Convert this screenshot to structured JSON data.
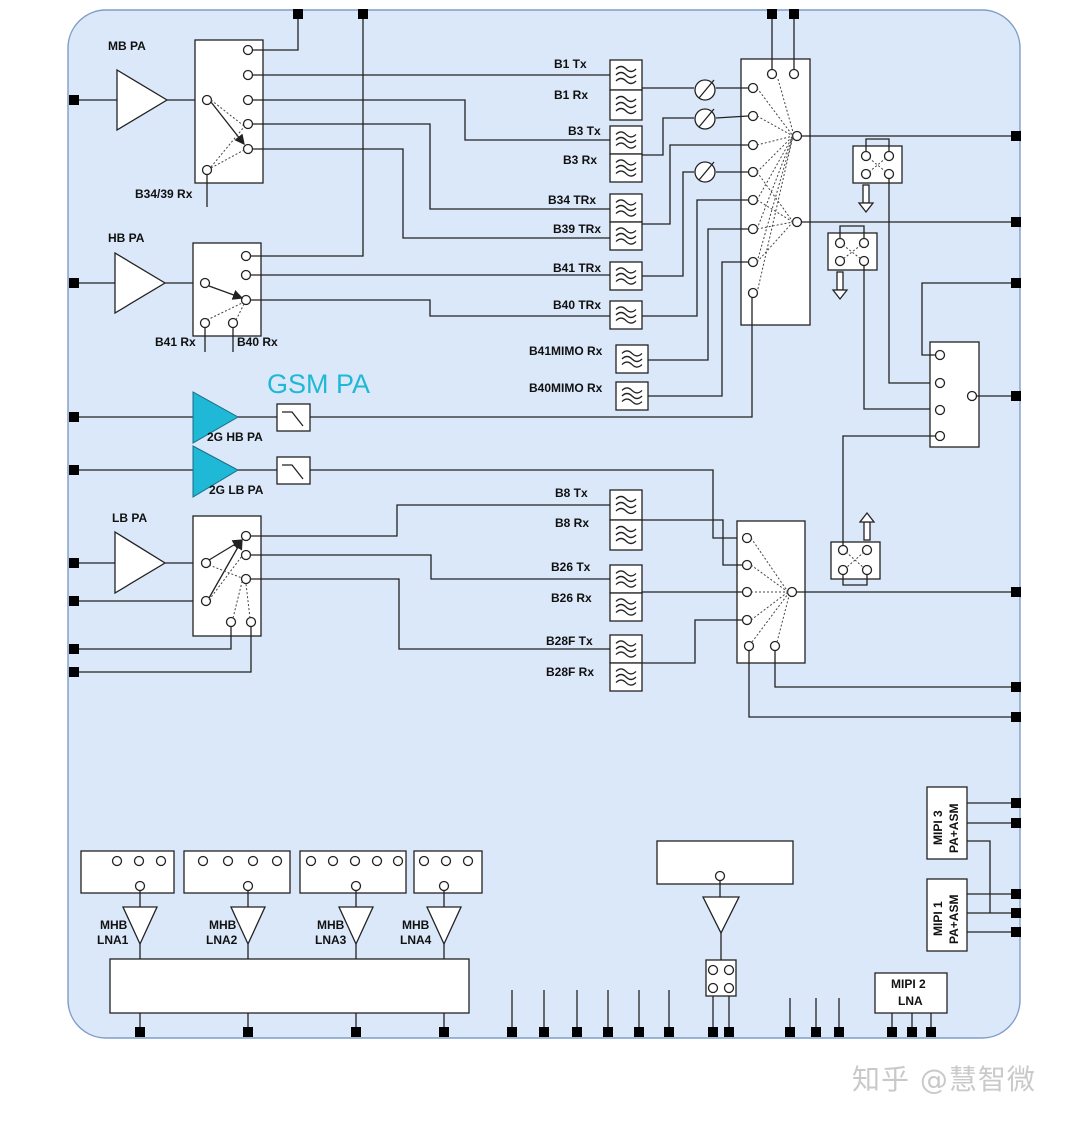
{
  "labels": {
    "mb_pa": "MB PA",
    "b34_39_rx": "B34/39 Rx",
    "hb_pa": "HB PA",
    "b41_rx": "B41 Rx",
    "b40_rx": "B40 Rx",
    "gsm_pa": "GSM PA",
    "hb_2g": "2G HB PA",
    "lb_2g": "2G LB PA",
    "lb_pa": "LB PA",
    "b1_tx": "B1 Tx",
    "b1_rx": "B1 Rx",
    "b3_tx": "B3 Tx",
    "b3_rx": "B3 Rx",
    "b34_trx": "B34 TRx",
    "b39_trx": "B39 TRx",
    "b41_trx": "B41 TRx",
    "b40_trx": "B40 TRx",
    "b41mimo_rx": "B41MIMO Rx",
    "b40mimo_rx": "B40MIMO Rx",
    "b8_tx": "B8 Tx",
    "b8_rx": "B8 Rx",
    "b26_tx": "B26 Tx",
    "b26_rx": "B26 Rx",
    "b28f_tx": "B28F Tx",
    "b28f_rx": "B28F Rx",
    "lna1_a": "MHB",
    "lna1_b": "LNA1",
    "lna2_a": "MHB",
    "lna2_b": "LNA2",
    "lna3_a": "MHB",
    "lna3_b": "LNA3",
    "lna4_a": "MHB",
    "lna4_b": "LNA4",
    "mipi3_a": "MIPI 3",
    "mipi3_b": "PA+ASM",
    "mipi1_a": "MIPI 1",
    "mipi1_b": "PA+ASM",
    "mipi2_a": "MIPI 2",
    "mipi2_b": "LNA"
  },
  "watermark": "知乎 @慧智微",
  "colors": {
    "board_fill": "#dbe8fa",
    "board_stroke": "#7f9dc9",
    "gsm_pa_fill": "#1fb8d6",
    "gsm_label": "#1fb8d6",
    "line": "#222222"
  },
  "icons": [
    "pa-triangle-icon",
    "lna-triangle-icon",
    "saw-filter-icon",
    "lowpass-filter-icon",
    "tuner-icon",
    "switch-pin-icon",
    "io-pin-icon"
  ]
}
